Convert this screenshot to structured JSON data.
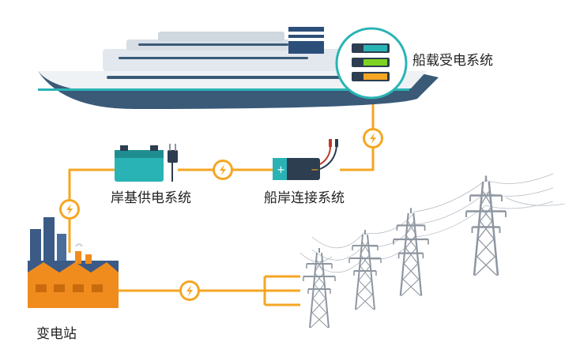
{
  "labels": {
    "ship_power_system": "船载受电系统",
    "shore_power_system": "岸基供电系统",
    "connection_system": "船岸连接系统",
    "substation": "变电站"
  },
  "icons": {
    "bolt": "lightning-bolt-icon",
    "battery": "battery-icon",
    "plug": "power-plug-icon",
    "probes": "test-lead-icon",
    "tower": "transmission-tower-icon"
  },
  "colors": {
    "cable": "#f5a623",
    "ship_hull": "#3a5a78",
    "ship_body": "#eef2f5",
    "teal": "#2ab3b5",
    "battery_dark": "#2c3e50",
    "factory_orange": "#f08c1e",
    "factory_blue": "#3b5b86",
    "tower_gray": "#8e96a0"
  }
}
